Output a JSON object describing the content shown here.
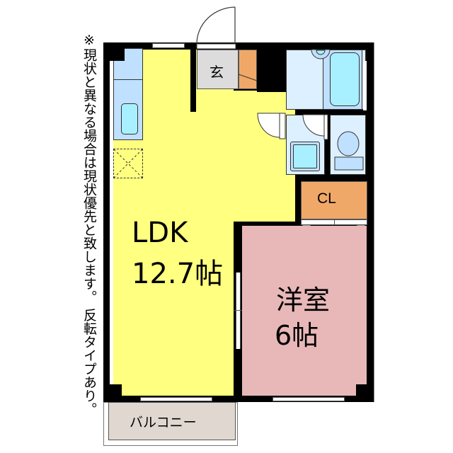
{
  "note": "※現状と異なる場合は現状優先と致します。 反転タイプあり。",
  "rooms": {
    "ldk": {
      "name": "LDK",
      "size": "12.7帖",
      "color": "#ffff80"
    },
    "western": {
      "name": "洋室",
      "size": "6帖",
      "color": "#e8b8b8"
    },
    "entrance": {
      "name": "玄",
      "color": "#dcdcdc"
    },
    "closet": {
      "name": "CL",
      "color": "#f0a868"
    },
    "balcony": {
      "name": "バルコニー",
      "color": "#e0d8d0"
    },
    "bath": {
      "color": "#ddf0ff"
    },
    "toilet": {
      "color": "#ddf0ff"
    },
    "washroom": {
      "color": "#ddf0ff"
    },
    "kitchen": {
      "color": "#c0e0ff"
    }
  },
  "colors": {
    "wall": "#000000",
    "fixture": "#a8f0ff",
    "fixture_light": "#c0e0ff"
  }
}
